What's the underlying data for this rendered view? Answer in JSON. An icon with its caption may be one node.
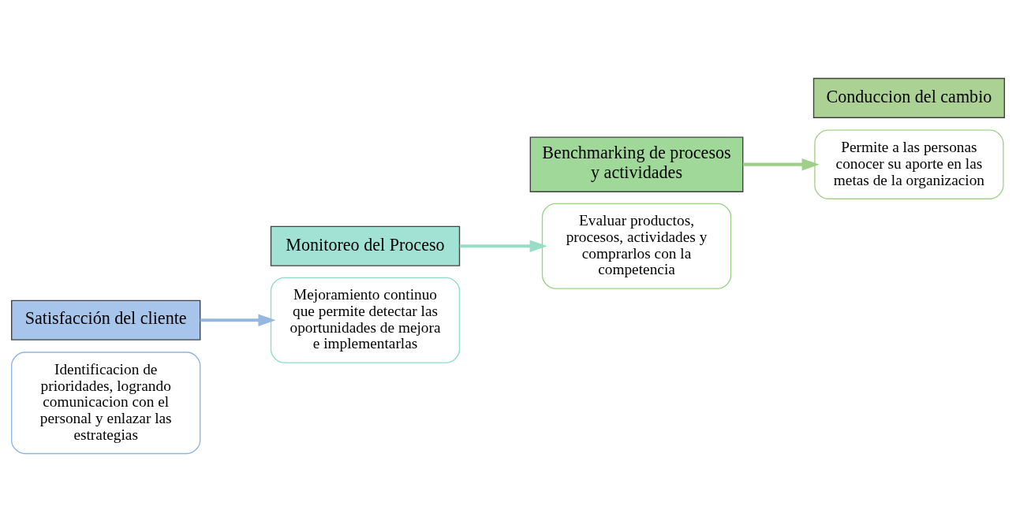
{
  "diagram": {
    "nodes": [
      {
        "text": [
          "Identificacion de prioridades, logrando comunicacion con el personal y enlazar las estrategias"
        ]
      },
      {
        "text": [
          "Satisfacción del cliente"
        ]
      },
      {
        "text": [
          "Mejoramiento continuo que permite detectar las oportunidades de mejora e implementarlas"
        ]
      },
      {
        "text": [
          "Monitoreo del Proceso"
        ]
      },
      {
        "text": [
          "Evaluar productos, procesos, actividades y comprarlos con la competencia"
        ]
      },
      {
        "text": [
          "Benchmarking de procesos y actividades"
        ]
      },
      {
        "text": [
          "Permite a las personas conocer su aporte en las metas de la organizacion"
        ]
      },
      {
        "text": [
          "Conduccion del cambio"
        ]
      }
    ],
    "edges": [
      {
        "from": 1,
        "to": 2,
        "arrow": "to",
        "color": "#95b8e3"
      },
      {
        "from": 3,
        "to": 4,
        "arrow": "to",
        "color": "#99ddc6"
      },
      {
        "from": 5,
        "to": 6,
        "arrow": "to",
        "color": "#9fd08a"
      }
    ]
  }
}
